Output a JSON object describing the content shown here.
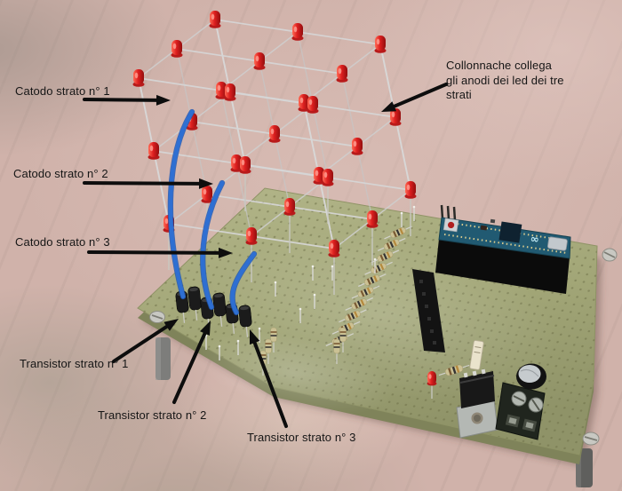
{
  "annotations": {
    "catodo_1": "Catodo strato n° 1",
    "catodo_2": "Catodo strato n° 2",
    "catodo_3": "Catodo strato n° 3",
    "transistor_1": "Transistor strato n° 1",
    "transistor_2": "Transistor strato n° 2",
    "transistor_3": "Transistor strato n° 3",
    "collonnache": "Collonnache collega gli anodi dei led dei tre strati"
  },
  "colors": {
    "background_marble": "#d0b2aa",
    "board_green": "#a3a778",
    "led_red": "#d91f1f",
    "wire_blue": "#2e6fd2",
    "wire_silver": "#cdcdcd",
    "arduino_teal": "#215a72",
    "annotation_black": "#141414"
  }
}
